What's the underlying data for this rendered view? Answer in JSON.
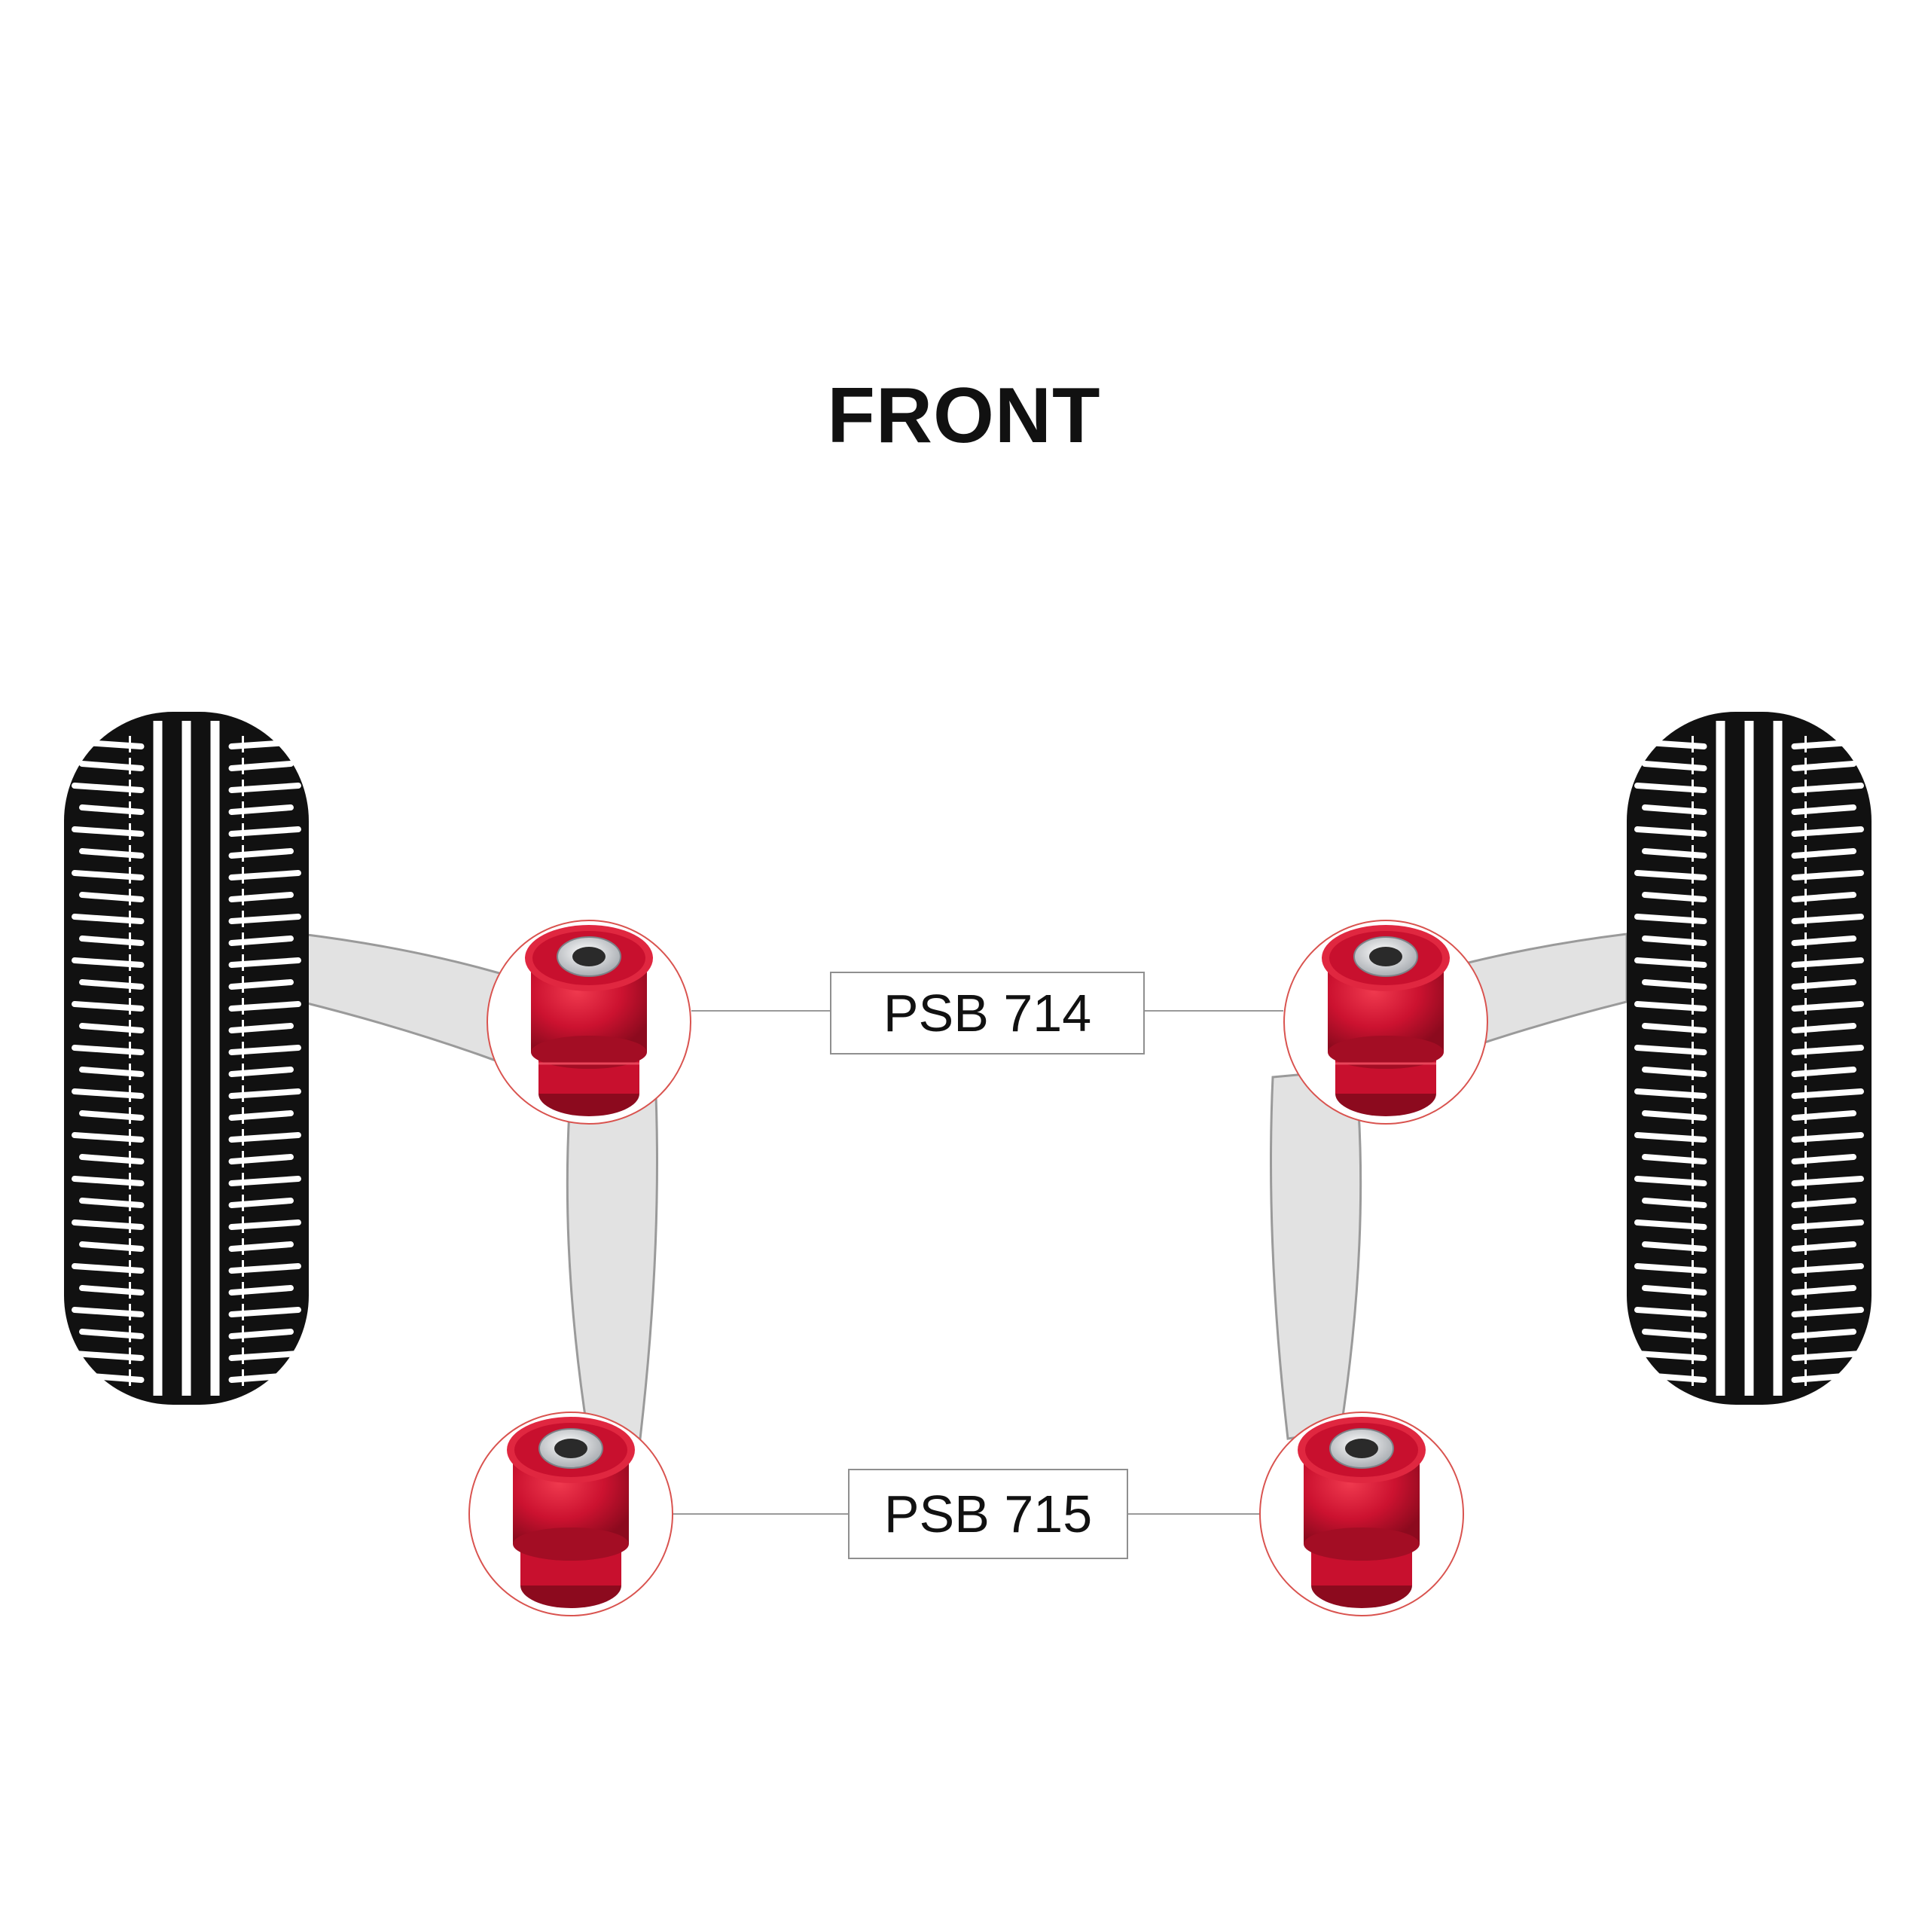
{
  "diagram": {
    "title": "FRONT",
    "labels": {
      "upper_part_number": "PSB 714",
      "lower_part_number": "PSB 715"
    },
    "colors": {
      "tyre": "#111111",
      "tread": "#ffffff",
      "arm": "#e2e2e2",
      "arm_outline": "#9a9a9a",
      "bushing": "#c8102e",
      "sleeve": "#cfd2d6",
      "callout_ring": "#d9534f",
      "leader_line": "#9a9a9a"
    },
    "icons": [
      "tyre-left-icon",
      "tyre-right-icon",
      "bushing-icon"
    ]
  }
}
